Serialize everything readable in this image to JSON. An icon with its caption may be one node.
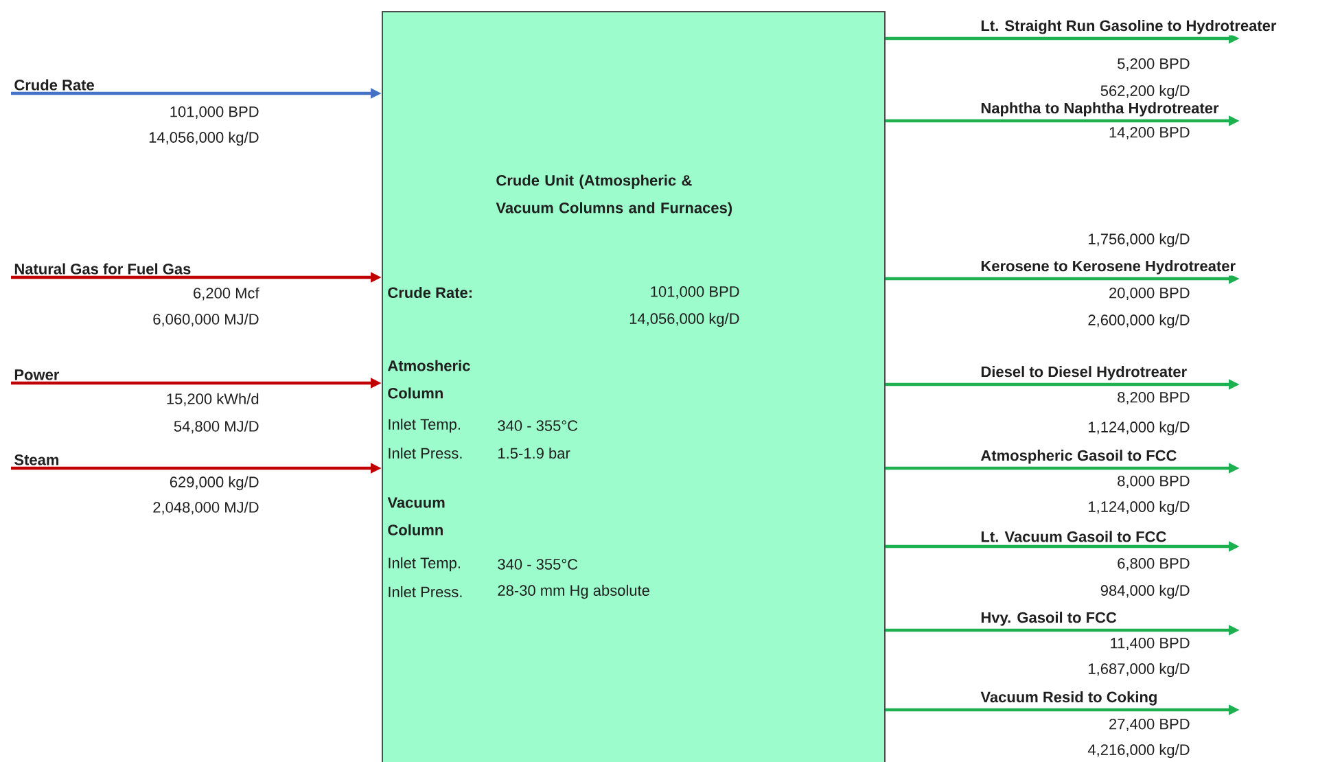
{
  "diagram": {
    "nodes": [
      {
        "text": [
          "Crude Unit (Atmospheric & Vacuum Columns and Furnaces)",
          "Crude Rate:",
          "101,000 BPD",
          "14,056,000 kg/D",
          "Atmosheric Column",
          "Inlet Temp.",
          "340 - 355°C",
          "Inlet Press.",
          "1.5-1.9 bar",
          "Vacuum Column",
          "Inlet Temp.",
          "340 - 355°C",
          "Inlet Press.",
          "28-30 mm Hg absolute"
        ]
      },
      {
        "text": [
          "Crude Rate"
        ]
      },
      {
        "text": [
          "Natural Gas for Fuel Gas"
        ]
      },
      {
        "text": [
          "Power"
        ]
      },
      {
        "text": [
          "Steam"
        ]
      }
    ],
    "edges": [
      {
        "from": 1,
        "to": 0,
        "arrow": "to",
        "color": "#4472c4"
      },
      {
        "from": 2,
        "to": 0,
        "arrow": "to",
        "color": "#c00000"
      },
      {
        "from": 3,
        "to": 0,
        "arrow": "to",
        "color": "#c00000"
      },
      {
        "from": 4,
        "to": 0,
        "arrow": "to",
        "color": "#c00000"
      },
      {
        "from": 0,
        "to": null,
        "arrow": "to",
        "label": "Lt. Straight Run Gasoline to Hydrotreater"
      },
      {
        "from": 0,
        "to": null,
        "arrow": "to",
        "label": "Naphtha to Naphtha Hydrotreater"
      },
      {
        "from": 0,
        "to": null,
        "arrow": "to",
        "label": "Kerosene to Kerosene Hydrotreater"
      },
      {
        "from": 0,
        "to": null,
        "arrow": "to",
        "label": "Diesel to Diesel Hydrotreater"
      },
      {
        "from": 0,
        "to": null,
        "arrow": "to",
        "label": "Atmospheric Gasoil to FCC"
      },
      {
        "from": 0,
        "to": null,
        "arrow": "to",
        "label": "Lt. Vacuum Gasoil to FCC"
      },
      {
        "from": 0,
        "to": null,
        "arrow": "to",
        "label": "Hvy. Gasoil to FCC"
      },
      {
        "from": 0,
        "to": null,
        "arrow": "to",
        "label": "Vacuum Resid to Coking"
      }
    ],
    "labels": [
      "101,000 BPD",
      "14,056,000 kg/D",
      "6,200 Mcf",
      "6,060,000 MJ/D",
      "15,200 kWh/d",
      "54,800 MJ/D",
      "629,000 kg/D",
      "2,048,000 MJ/D",
      "5,200 BPD",
      "562,200 kg/D",
      "14,200 BPD",
      "1,756,000 kg/D",
      "20,000 BPD",
      "2,600,000 kg/D",
      "8,200 BPD",
      "1,124,000 kg/D",
      "8,000 BPD",
      "1,124,000 kg/D",
      "6,800 BPD",
      "984,000 kg/D",
      "11,400 BPD",
      "1,687,000 kg/D",
      "27,400 BPD",
      "4,216,000 kg/D"
    ]
  }
}
